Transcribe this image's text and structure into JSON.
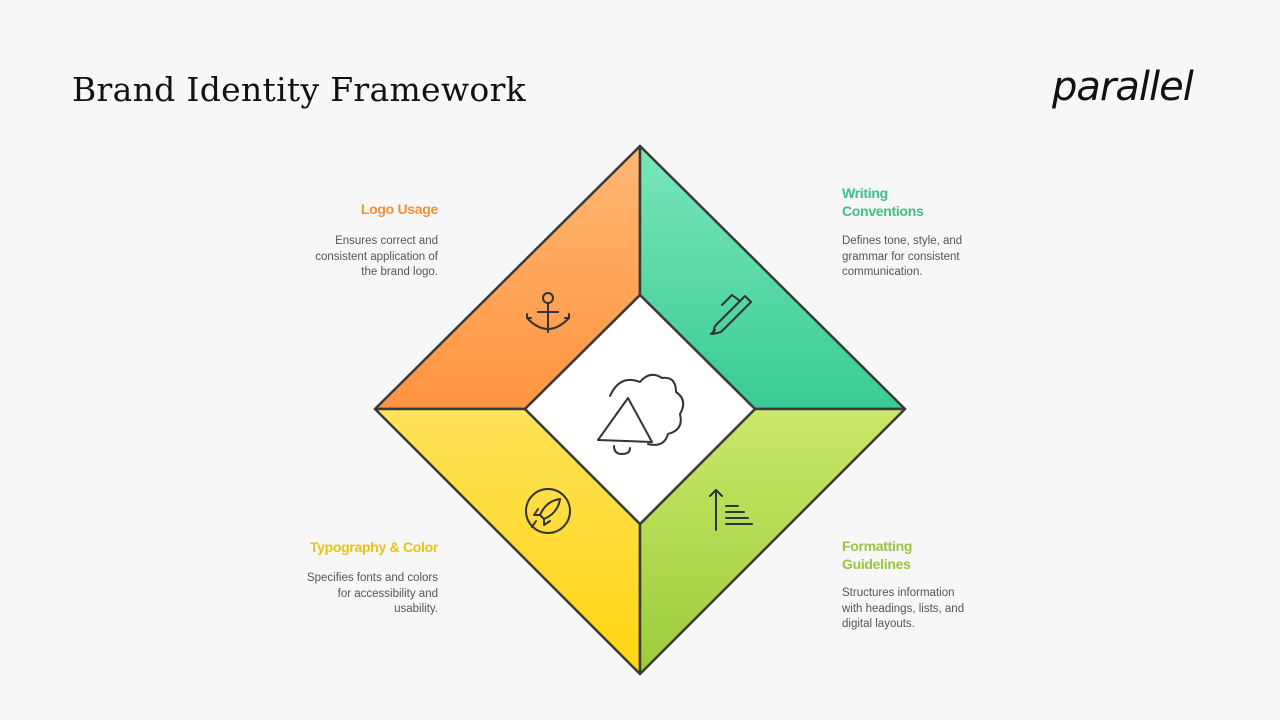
{
  "title": "Brand Identity Framework",
  "brand_logo": "parallel",
  "sections": [
    {
      "title": "Logo Usage",
      "description": "Ensures correct and consistent application of the brand logo.",
      "color": "#FFA556",
      "icon": "anchor-icon"
    },
    {
      "title": "Writing Conventions",
      "description": "Defines tone, style, and grammar for consistent communication.",
      "color": "#4FD6A1",
      "icon": "pen-icon"
    },
    {
      "title": "Typography & Color",
      "description": "Specifies fonts and colors for accessibility and usability.",
      "color": "#FFD92A",
      "icon": "rocket-icon"
    },
    {
      "title": "Formatting Guidelines",
      "description": "Structures information with headings, lists, and digital layouts.",
      "color": "#B5DD50",
      "icon": "list-icon"
    }
  ],
  "center_icon": "megaphone-icon"
}
